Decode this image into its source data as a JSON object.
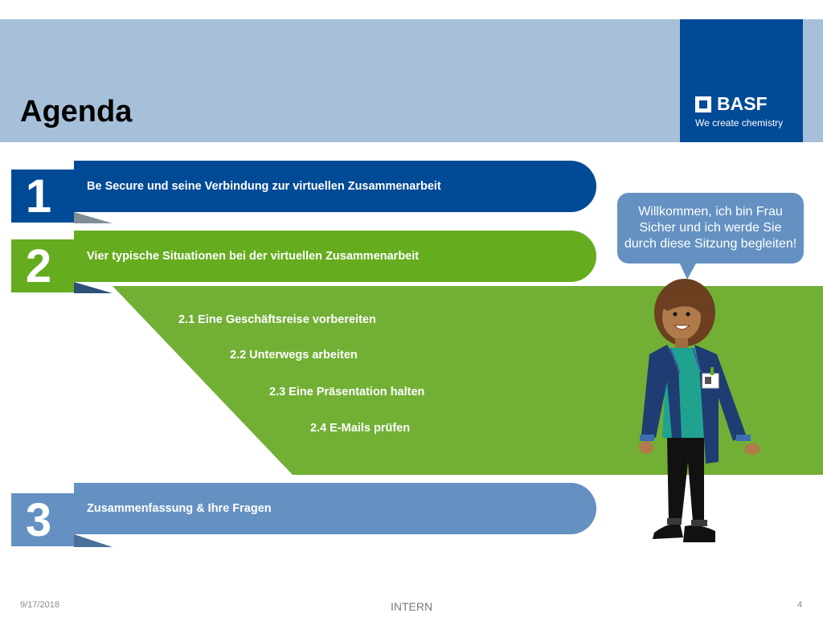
{
  "slide": {
    "title": "Agenda",
    "logo": {
      "wordmark": "BASF",
      "tagline": "We create chemistry"
    },
    "agenda": [
      {
        "number": "1",
        "label": "Be Secure und seine Verbindung zur virtuellen Zusammenarbeit",
        "color": "#004a96"
      },
      {
        "number": "2",
        "label": "Vier typische Situationen bei der virtuellen Zusammenarbeit",
        "color": "#65ac1e",
        "subitems": [
          "2.1 Eine Geschäftsreise vorbereiten",
          "2.2  Unterwegs arbeiten",
          "2.3 Eine Präsentation halten",
          "2.4  E-Mails prüfen"
        ]
      },
      {
        "number": "3",
        "label": "Zusammenfassung & Ihre Fragen",
        "color": "#6491c2"
      }
    ],
    "speech_bubble": "Willkommen, ich bin Frau Sicher und ich werde Sie durch diese Sitzung begleiten!",
    "character_icon": "presenter-illustration",
    "footer": {
      "date": "9/17/2018",
      "classification": "INTERN",
      "page": "4"
    }
  }
}
